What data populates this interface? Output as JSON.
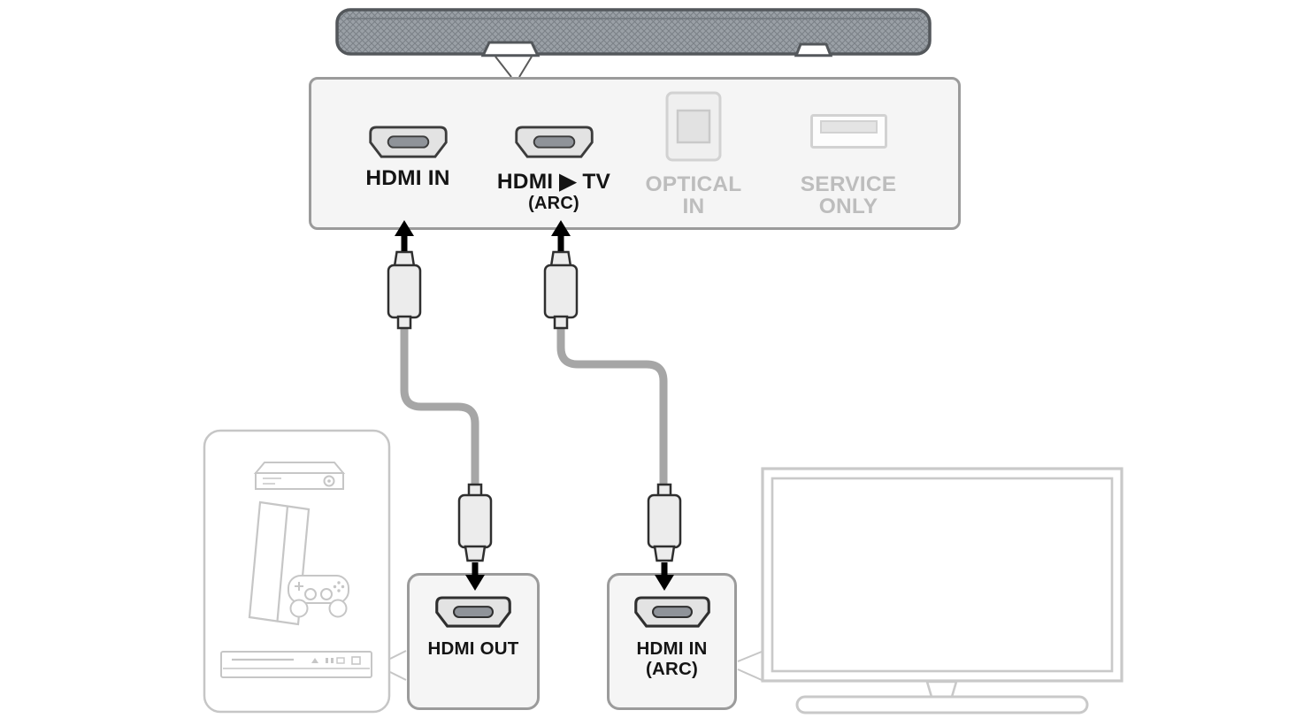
{
  "soundbar_panel": {
    "ports": {
      "hdmi_in": {
        "label": "HDMI IN"
      },
      "hdmi_tv": {
        "label": "HDMI ▶ TV",
        "sublabel": "(ARC)"
      },
      "optical": {
        "label_line1": "OPTICAL",
        "label_line2": "IN"
      },
      "service": {
        "label_line1": "SERVICE",
        "label_line2": "ONLY"
      }
    }
  },
  "device_panels": {
    "hdmi_out": {
      "label": "HDMI OUT"
    },
    "hdmi_in_arc": {
      "label": "HDMI IN",
      "sublabel": "(ARC)"
    }
  },
  "icons": [
    "soundbar-icon",
    "hdmi-port-icon",
    "optical-port-icon",
    "usb-port-icon",
    "hdmi-connector-icon",
    "hdmi-cable",
    "up-arrow-icon",
    "down-arrow-icon",
    "set-top-box-icon",
    "game-console-icon",
    "disc-player-icon",
    "tv-icon"
  ],
  "colors": {
    "active_text": "#141414",
    "inactive_text": "#bdbdbd",
    "panel_fill": "#f5f5f5",
    "panel_border": "#9b9b9b",
    "cable": "#a6a6a6",
    "outline_gray": "#c6c6c6",
    "soundbar_fill": "#9aa0a6",
    "soundbar_border": "#53575b",
    "arrow": "#000000"
  }
}
